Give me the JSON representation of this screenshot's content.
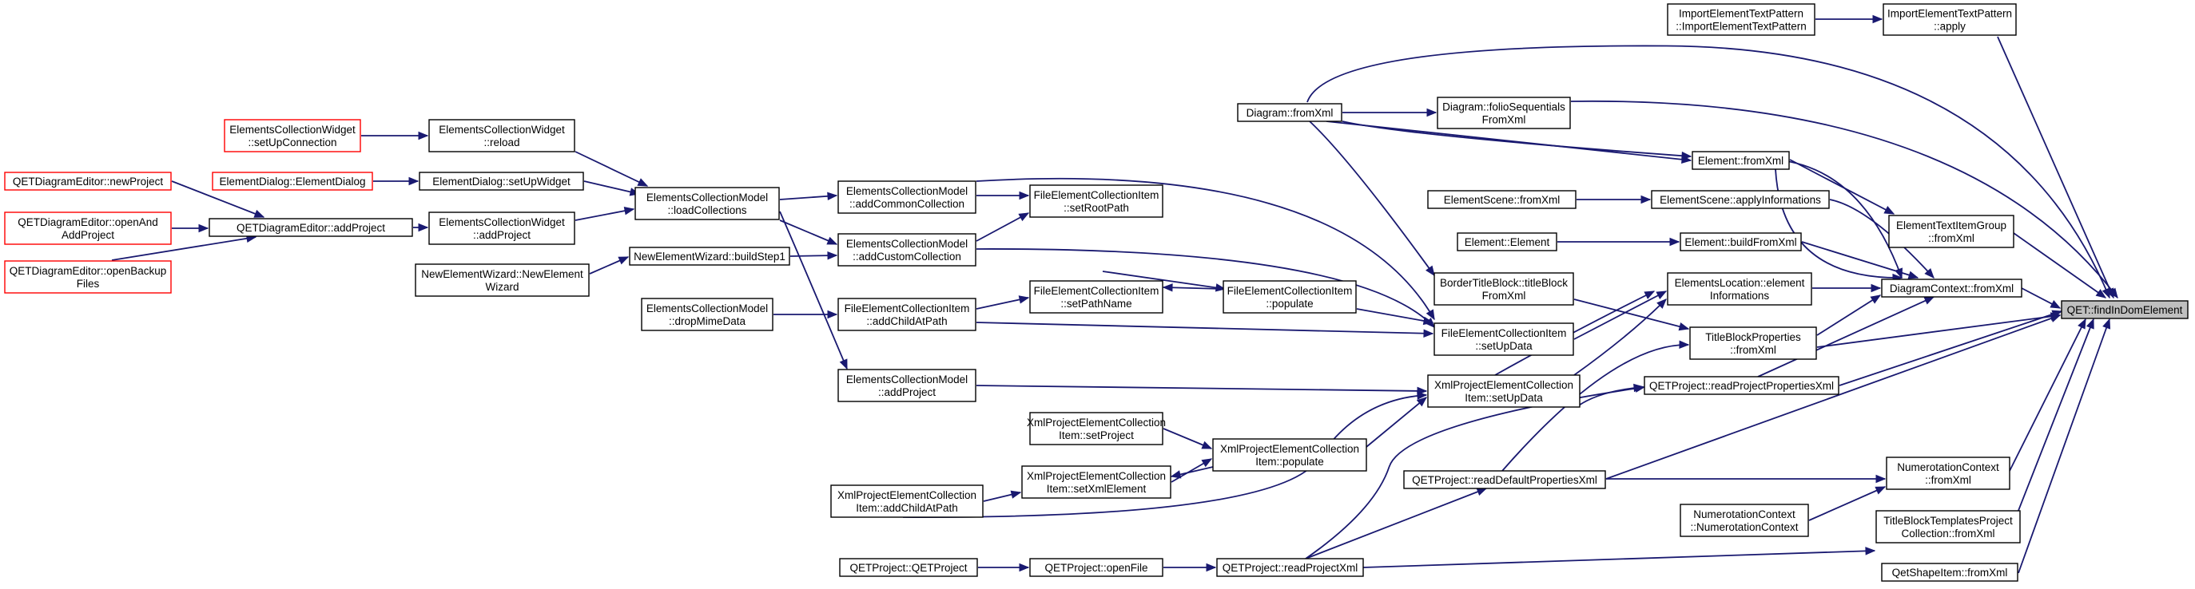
{
  "colors": {
    "edge": "#191970",
    "entry_border": "#ff0000",
    "focus_fill": "#bfbfbf",
    "node_border": "#000000"
  },
  "nodes": [
    {
      "id": "n1",
      "lines": [
        "ImportElementTextPattern",
        "::ImportElementTextPattern"
      ]
    },
    {
      "id": "n2",
      "lines": [
        "ImportElementTextPattern",
        "::apply"
      ]
    },
    {
      "id": "n3",
      "lines": [
        "Diagram::fromXml"
      ]
    },
    {
      "id": "n4",
      "lines": [
        "Diagram::folioSequentials",
        "FromXml"
      ]
    },
    {
      "id": "n5",
      "lines": [
        "ElementsCollectionWidget",
        "::setUpConnection"
      ]
    },
    {
      "id": "n6",
      "lines": [
        "ElementsCollectionWidget",
        "::reload"
      ]
    },
    {
      "id": "n7",
      "lines": [
        "ElementDialog::ElementDialog"
      ]
    },
    {
      "id": "n8",
      "lines": [
        "ElementDialog::setUpWidget"
      ]
    },
    {
      "id": "n9",
      "lines": [
        "QETDiagramEditor::newProject"
      ]
    },
    {
      "id": "n10",
      "lines": [
        "QETDiagramEditor::openAnd",
        "AddProject"
      ]
    },
    {
      "id": "n11",
      "lines": [
        "QETDiagramEditor::addProject"
      ]
    },
    {
      "id": "n12",
      "lines": [
        "ElementsCollectionWidget",
        "::addProject"
      ]
    },
    {
      "id": "n13",
      "lines": [
        "ElementsCollectionModel",
        "::loadCollections"
      ]
    },
    {
      "id": "n14",
      "lines": [
        "QETDiagramEditor::openBackup",
        "Files"
      ]
    },
    {
      "id": "n15",
      "lines": [
        "ElementsCollectionModel",
        "::addCommonCollection"
      ]
    },
    {
      "id": "n16",
      "lines": [
        "FileElementCollectionItem",
        "::setRootPath"
      ]
    },
    {
      "id": "n17",
      "lines": [
        "Element::fromXml"
      ]
    },
    {
      "id": "n18",
      "lines": [
        "ElementScene::fromXml"
      ]
    },
    {
      "id": "n19",
      "lines": [
        "ElementScene::applyInformations"
      ]
    },
    {
      "id": "n20",
      "lines": [
        "ElementTextItemGroup",
        "::fromXml"
      ]
    },
    {
      "id": "n21",
      "lines": [
        "NewElementWizard::buildStep1"
      ]
    },
    {
      "id": "n22",
      "lines": [
        "ElementsCollectionModel",
        "::addCustomCollection"
      ]
    },
    {
      "id": "n23",
      "lines": [
        "Element::Element"
      ]
    },
    {
      "id": "n24",
      "lines": [
        "Element::buildFromXml"
      ]
    },
    {
      "id": "n25",
      "lines": [
        "NewElementWizard::NewElement",
        "Wizard"
      ]
    },
    {
      "id": "n26",
      "lines": [
        "BorderTitleBlock::titleBlock",
        "FromXml"
      ]
    },
    {
      "id": "n27",
      "lines": [
        "ElementsLocation::element",
        "Informations"
      ]
    },
    {
      "id": "n28",
      "lines": [
        "DiagramContext::fromXml"
      ]
    },
    {
      "id": "n29",
      "lines": [
        "QET::findInDomElement"
      ]
    },
    {
      "id": "n30",
      "lines": [
        "ElementsCollectionModel",
        "::dropMimeData"
      ]
    },
    {
      "id": "n31",
      "lines": [
        "FileElementCollectionItem",
        "::addChildAtPath"
      ]
    },
    {
      "id": "n32",
      "lines": [
        "FileElementCollectionItem",
        "::setPathName"
      ]
    },
    {
      "id": "n33",
      "lines": [
        "FileElementCollectionItem",
        "::populate"
      ]
    },
    {
      "id": "n34",
      "lines": [
        "FileElementCollectionItem",
        "::setUpData"
      ]
    },
    {
      "id": "n35",
      "lines": [
        "TitleBlockProperties",
        "::fromXml"
      ]
    },
    {
      "id": "n36",
      "lines": [
        "ElementsCollectionModel",
        "::addProject"
      ]
    },
    {
      "id": "n37",
      "lines": [
        "XmlProjectElementCollection",
        "Item::setUpData"
      ]
    },
    {
      "id": "n38",
      "lines": [
        "QETProject::readProjectPropertiesXml"
      ]
    },
    {
      "id": "n39",
      "lines": [
        "XmlProjectElementCollection",
        "Item::setProject"
      ]
    },
    {
      "id": "n40",
      "lines": [
        "XmlProjectElementCollection",
        "Item::populate"
      ]
    },
    {
      "id": "n41",
      "lines": [
        "XmlProjectElementCollection",
        "Item::setXmlElement"
      ]
    },
    {
      "id": "n42",
      "lines": [
        "XmlProjectElementCollection",
        "Item::addChildAtPath"
      ]
    },
    {
      "id": "n43",
      "lines": [
        "NumerotationContext",
        "::fromXml"
      ]
    },
    {
      "id": "n44",
      "lines": [
        "QETProject::readDefaultPropertiesXml"
      ]
    },
    {
      "id": "n45",
      "lines": [
        "NumerotationContext",
        "::NumerotationContext"
      ]
    },
    {
      "id": "n46",
      "lines": [
        "TitleBlockTemplatesProject",
        "Collection::fromXml"
      ]
    },
    {
      "id": "n47",
      "lines": [
        "QETProject::QETProject"
      ]
    },
    {
      "id": "n48",
      "lines": [
        "QETProject::openFile"
      ]
    },
    {
      "id": "n49",
      "lines": [
        "QETProject::readProjectXml"
      ]
    },
    {
      "id": "n50",
      "lines": [
        "QetShapeItem::fromXml"
      ]
    }
  ]
}
